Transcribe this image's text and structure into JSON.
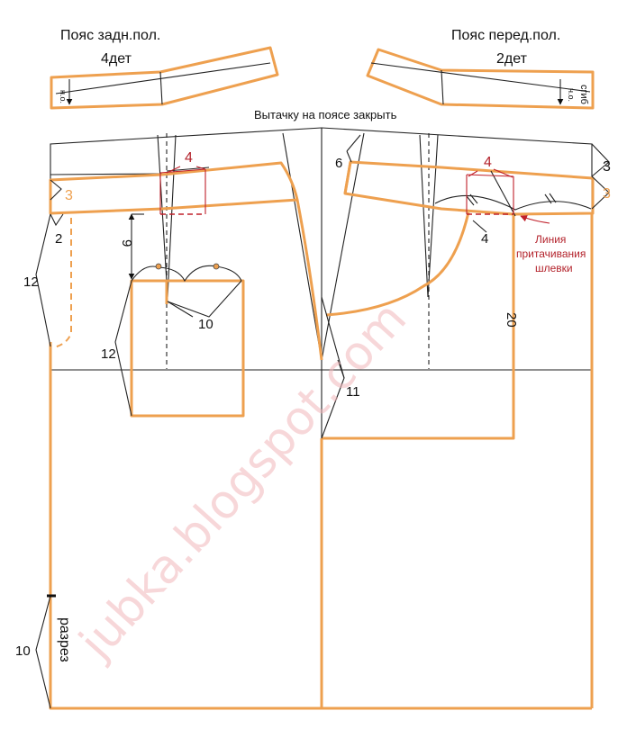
{
  "waistband_back": {
    "title": "Пояс задн.пол.",
    "count": "4дет",
    "mark": "н.о."
  },
  "waistband_front": {
    "title": "Пояс перед.пол.",
    "count": "2дет",
    "mark": "н.о.",
    "fold": "сгиб"
  },
  "dart_note": "Вытачку на поясе закрыть",
  "labels": {
    "m4_back": "4",
    "m3_back": "3",
    "m2": "2",
    "m12_side": "12",
    "m9": "9",
    "m12_pocket": "12",
    "m10_pocket": "10",
    "m10_slit": "10",
    "slit": "разрез",
    "m6": "6",
    "m4_front": "4",
    "m4_front_low": "4",
    "m3_front_top": "3",
    "m3_front": "3",
    "m20": "20",
    "m11": "11"
  },
  "belt_loop": {
    "line1": "Линия",
    "line2": "притачивания",
    "line3": "шлевки"
  },
  "watermark": "jubka.blogspot.com"
}
